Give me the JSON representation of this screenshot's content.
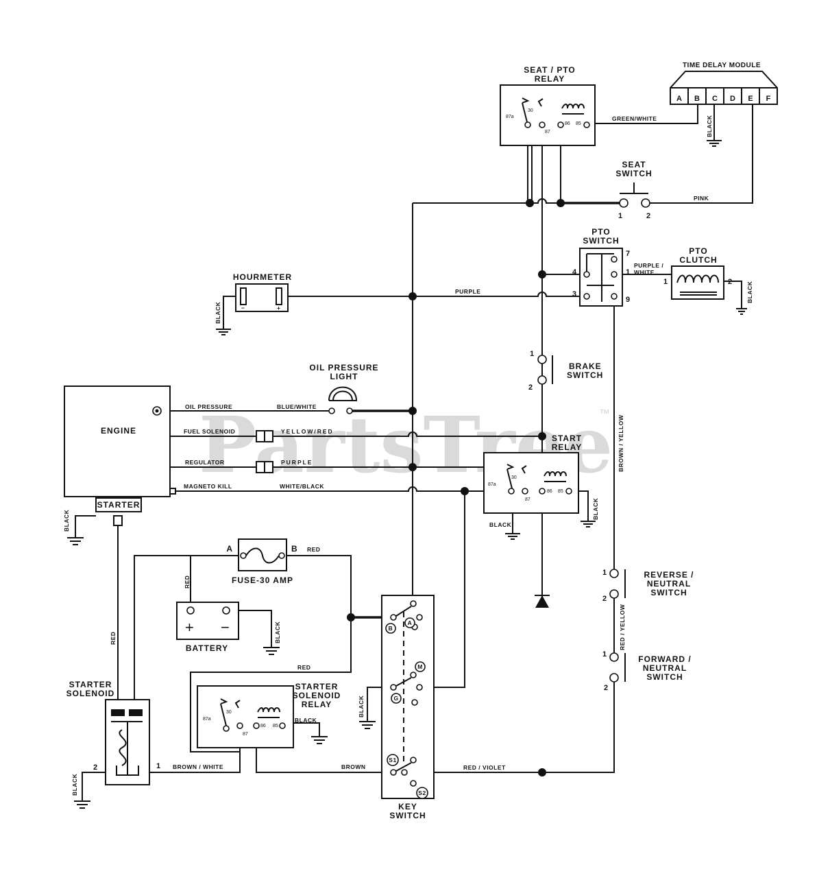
{
  "components": {
    "seat_pto_relay": {
      "line1": "SEAT / PTO",
      "line2": "RELAY",
      "pins": [
        "87a",
        "30",
        "87",
        "86",
        "85"
      ]
    },
    "time_delay_module": {
      "title": "TIME DELAY MODULE",
      "pins": [
        "A",
        "B",
        "C",
        "D",
        "E",
        "F"
      ]
    },
    "seat_switch": {
      "line1": "SEAT",
      "line2": "SWITCH",
      "pin1": "1",
      "pin2": "2"
    },
    "pto_switch": {
      "line1": "PTO",
      "line2": "SWITCH",
      "pins": [
        "7",
        "4",
        "3",
        "1",
        "9"
      ]
    },
    "pto_clutch": {
      "line1": "PTO",
      "line2": "CLUTCH",
      "pin1": "1",
      "pin2": "2"
    },
    "hourmeter": {
      "title": "HOURMETER",
      "minus": "−",
      "plus": "+"
    },
    "brake_switch": {
      "line1": "BRAKE",
      "line2": "SWITCH",
      "pin1": "1",
      "pin2": "2"
    },
    "oil_pressure_light": {
      "line1": "OIL PRESSURE",
      "line2": "LIGHT"
    },
    "engine": {
      "title": "ENGINE",
      "starter": "STARTER",
      "outputs": [
        "OIL PRESSURE",
        "FUEL SOLENOID",
        "REGULATOR",
        "MAGNETO KILL"
      ]
    },
    "start_relay": {
      "line1": "START",
      "line2": "RELAY",
      "pins": [
        "87a",
        "30",
        "87",
        "86",
        "85"
      ]
    },
    "fuse": {
      "label": "FUSE-30 AMP",
      "a": "A",
      "b": "B"
    },
    "battery": {
      "label": "BATTERY",
      "plus": "+",
      "minus": "−"
    },
    "starter_solenoid": {
      "line1": "STARTER",
      "line2": "SOLENOID",
      "pin1": "1",
      "pin2": "2"
    },
    "starter_solenoid_relay": {
      "line1": "STARTER",
      "line2": "SOLENOID",
      "line3": "RELAY",
      "pins": [
        "87a",
        "30",
        "87",
        "86",
        "85"
      ]
    },
    "key_switch": {
      "line1": "KEY",
      "line2": "SWITCH",
      "terminals": [
        "B",
        "A",
        "M",
        "G",
        "S1",
        "S2"
      ]
    },
    "reverse_switch": {
      "line1": "REVERSE /",
      "line2": "NEUTRAL",
      "line3": "SWITCH",
      "pin1": "1",
      "pin2": "2"
    },
    "forward_switch": {
      "line1": "FORWARD /",
      "line2": "NEUTRAL",
      "line3": "SWITCH",
      "pin1": "1",
      "pin2": "2"
    }
  },
  "wires": {
    "green_white": "GREEN/WHITE",
    "pink": "PINK",
    "purple_white_1": "PURPLE /",
    "purple_white_2": "WHITE",
    "purple": "PURPLE",
    "blue_white": "BLUE/WHITE",
    "yellow_red": "YELLOW/RED",
    "purple_reg": "PURPLE",
    "white_black": "WHITE/BLACK",
    "brown_yellow": "BROWN / YELLOW",
    "red_yellow": "RED / YELLOW",
    "red_violet": "RED / VIOLET",
    "brown": "BROWN",
    "brown_white": "BROWN / WHITE",
    "red": "RED",
    "black": "BLACK"
  },
  "watermark": {
    "text": "PartsTree",
    "tm": "™"
  }
}
